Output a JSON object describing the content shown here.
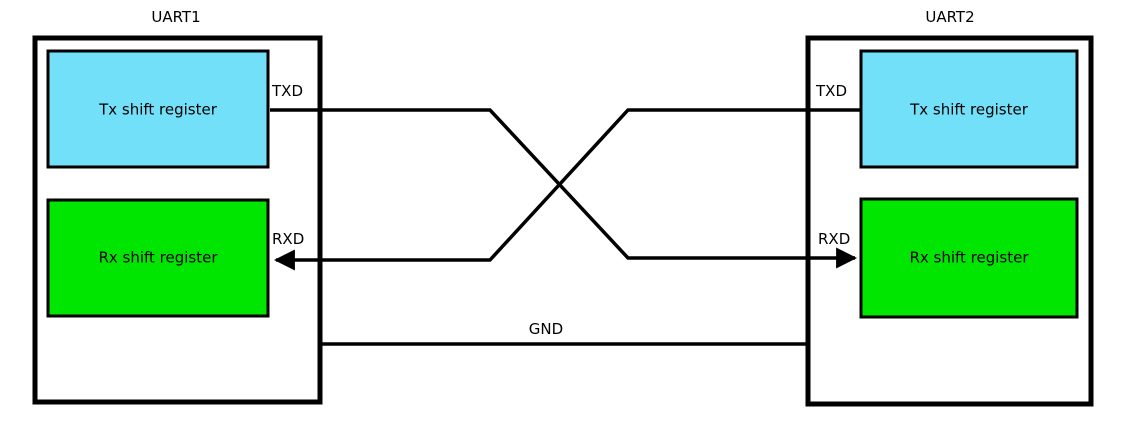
{
  "diagram": {
    "uart1": {
      "title": "UART1",
      "tx": {
        "label": "Tx shift register",
        "color": "#73e0f9",
        "pin": "TXD"
      },
      "rx": {
        "label": "Rx shift register",
        "color": "#00e600",
        "pin": "RXD"
      }
    },
    "uart2": {
      "title": "UART2",
      "tx": {
        "label": "Tx shift register",
        "color": "#73e0f9",
        "pin": "TXD"
      },
      "rx": {
        "label": "Rx shift register",
        "color": "#00e600",
        "pin": "RXD"
      }
    },
    "ground": {
      "label": "GND"
    },
    "colors": {
      "line": "#000000",
      "background": "#ffffff"
    }
  }
}
